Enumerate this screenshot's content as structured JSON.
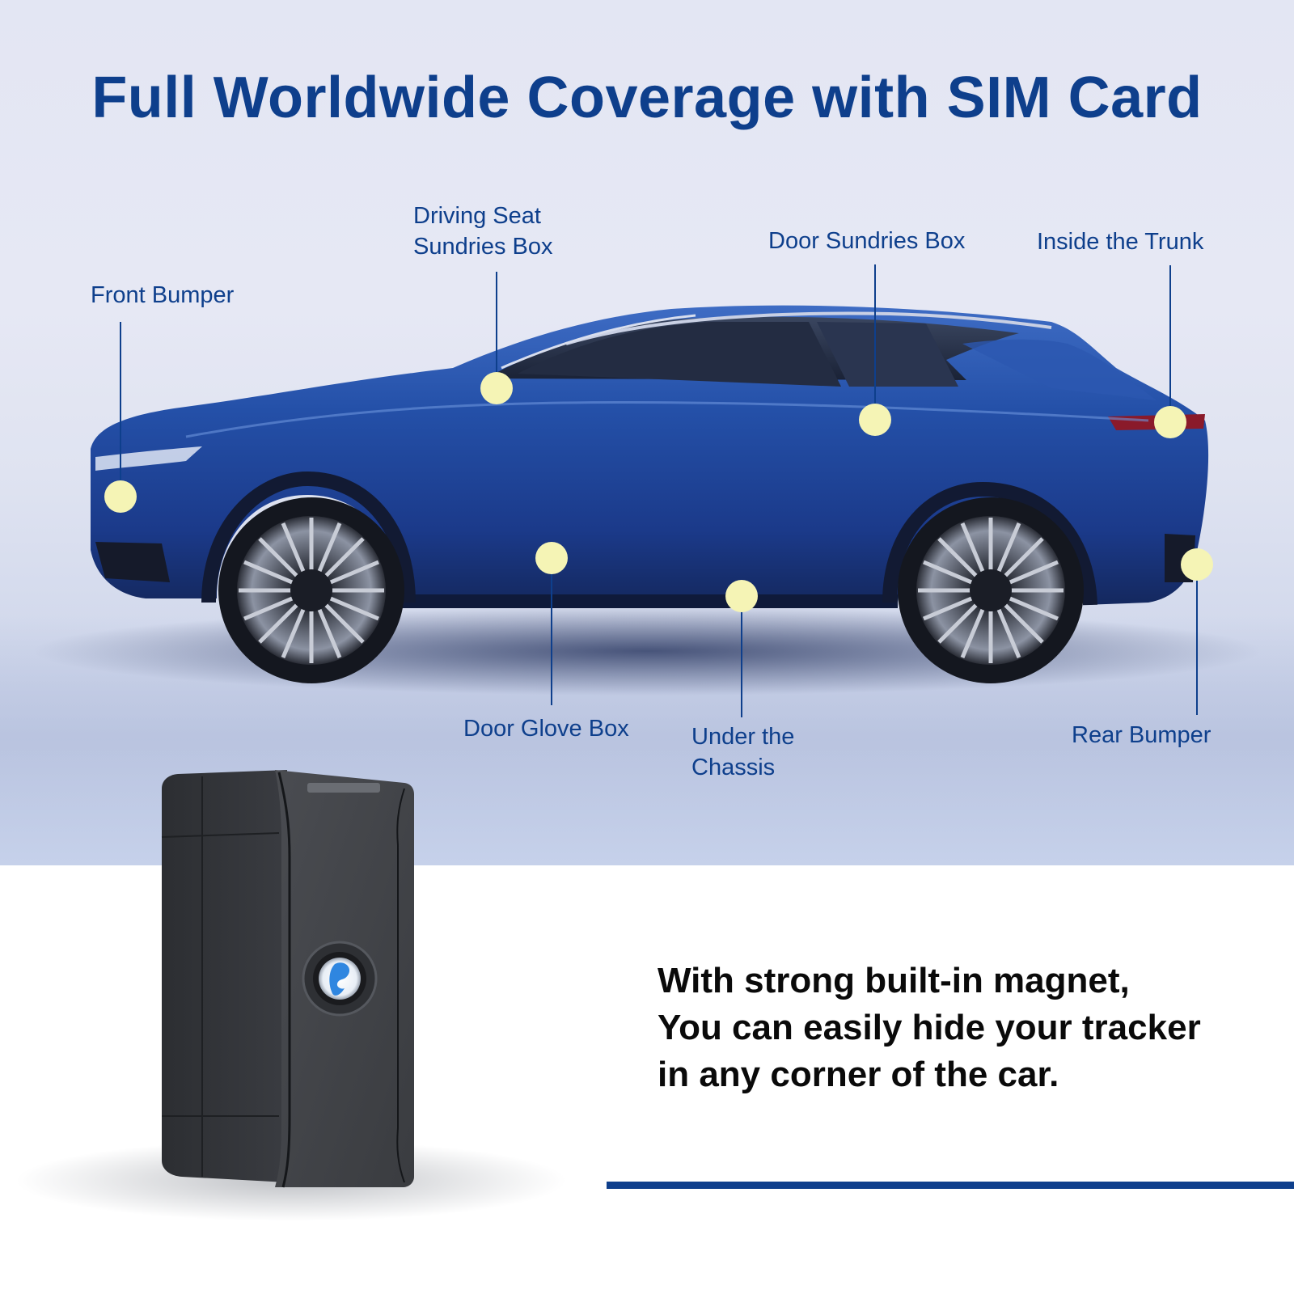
{
  "title": "Full Worldwide Coverage with SIM Card",
  "colors": {
    "accent": "#0e3f8c",
    "marker": "#f5f4b5",
    "car_body": "#1f3f9a",
    "device_body": "#3a3c40",
    "caption_text": "#0a0a0a"
  },
  "locations": [
    {
      "id": "front-bumper",
      "lines": [
        "Front Bumper"
      ],
      "dot": [
        149,
        614
      ]
    },
    {
      "id": "driving-seat-sundries-box",
      "lines": [
        "Driving Seat",
        "Sundries Box"
      ],
      "dot": [
        614,
        480
      ]
    },
    {
      "id": "door-sundries-box",
      "lines": [
        "Door Sundries Box"
      ],
      "dot": [
        1082,
        519
      ]
    },
    {
      "id": "inside-the-trunk",
      "lines": [
        "Inside the Trunk"
      ],
      "dot": [
        1447,
        522
      ]
    },
    {
      "id": "door-glove-box",
      "lines": [
        "Door Glove Box"
      ],
      "dot": [
        682,
        690
      ]
    },
    {
      "id": "under-the-chassis",
      "lines": [
        "Under the",
        "Chassis"
      ],
      "dot": [
        917,
        737
      ]
    },
    {
      "id": "rear-bumper",
      "lines": [
        "Rear Bumper"
      ],
      "dot": [
        1480,
        698
      ]
    }
  ],
  "product": {
    "name": "GPS tracker",
    "icon": "location-pin-logo"
  },
  "caption": {
    "line1": "With strong built-in magnet,",
    "line2": "You can easily hide your tracker",
    "line3": "in any corner of the car."
  }
}
